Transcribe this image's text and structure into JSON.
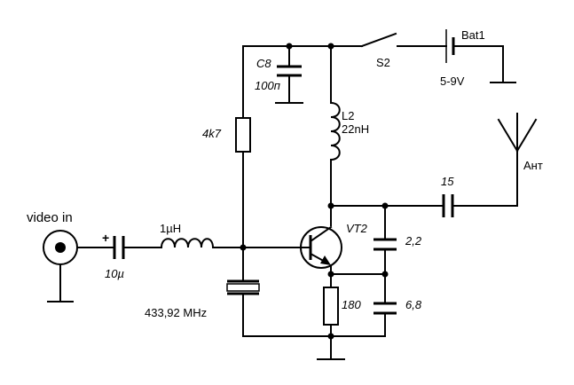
{
  "schematic": {
    "input_label": "video in",
    "coupling_cap": {
      "value": "10µ",
      "polarity": "+"
    },
    "input_inductor": "1µH",
    "bias_resistor": "4k7",
    "decoupling_cap": {
      "ref": "C8",
      "value": "100п"
    },
    "switch": "S2",
    "battery": {
      "ref": "Bat1",
      "voltage": "5-9V"
    },
    "coil": {
      "ref": "L2",
      "value": "22nH"
    },
    "transistor": "VT2",
    "feedback_cap_top": "2,2",
    "feedback_cap_bottom": "6,8",
    "emitter_resistor": "180",
    "resonator": "433,92 MHz",
    "output_cap": "15",
    "antenna": "Ант"
  }
}
